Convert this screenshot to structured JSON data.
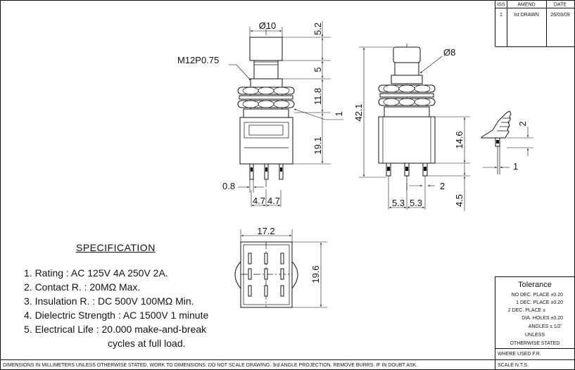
{
  "revision_table": {
    "headers": [
      "ISS",
      "AMEND",
      "DATE"
    ],
    "row": [
      "1",
      "Ist DRAWN",
      "26/03/09"
    ]
  },
  "dimensions": {
    "head_diameter": "Ø10",
    "cap_height": "5.2",
    "thread": "M12P0.75",
    "cap_diameter": "Ø8",
    "nut_gap": "5",
    "bushing": "11.8",
    "overall_height": "42.1",
    "plate": "1",
    "body_height": "19.1",
    "body_height_side": "14.6",
    "terminal_side_offset": "2",
    "terminal_width": "0.8",
    "pitch_left": "4.7",
    "pitch_right": "4.7",
    "pitch_left_side": "5.3",
    "pitch_right_side": "5.3",
    "terminal_gap": "2",
    "terminal_length": "4.5",
    "terminal_detail": "1",
    "base_width": "17.2",
    "base_height": "19.6"
  },
  "specification": {
    "title": "SPECIFICATION",
    "items": [
      "1. Rating : AC 125V 4A 250V 2A.",
      "2. Contact R. : 20MΩ  Max.",
      "3. Insulation R. : DC 500V 100MΩ Min.",
      "4. Dielectric Strength : AC 1500V 1 minute",
      "5. Electrical Life : 20.000 make-and-break"
    ],
    "continuation": "cycles at full load."
  },
  "tolerance": {
    "title": "Tolerance",
    "lines": [
      "NO DEC. PLACE ±0.20",
      "1 DEC. PLACE ±0.20",
      "2 DEC. PLACE ±",
      "DIA. HOLES ±0.20",
      "ANGLES ± 1/2'",
      "UNLESS",
      "OTHERWISE STATED"
    ],
    "where_used": "WHERE USED F.R.",
    "scale": "SCALE N.T.S."
  },
  "footer_note": "DIMENSIONS IN MILLIMETERS UNLESS OTHERWISE STATED. WORK TO DIMENSIONS. DO NOT SCALE DRAWING. 3rd ANGLE PROJECTION. REMOVE BURRS. IF IN DOUBT ASK."
}
